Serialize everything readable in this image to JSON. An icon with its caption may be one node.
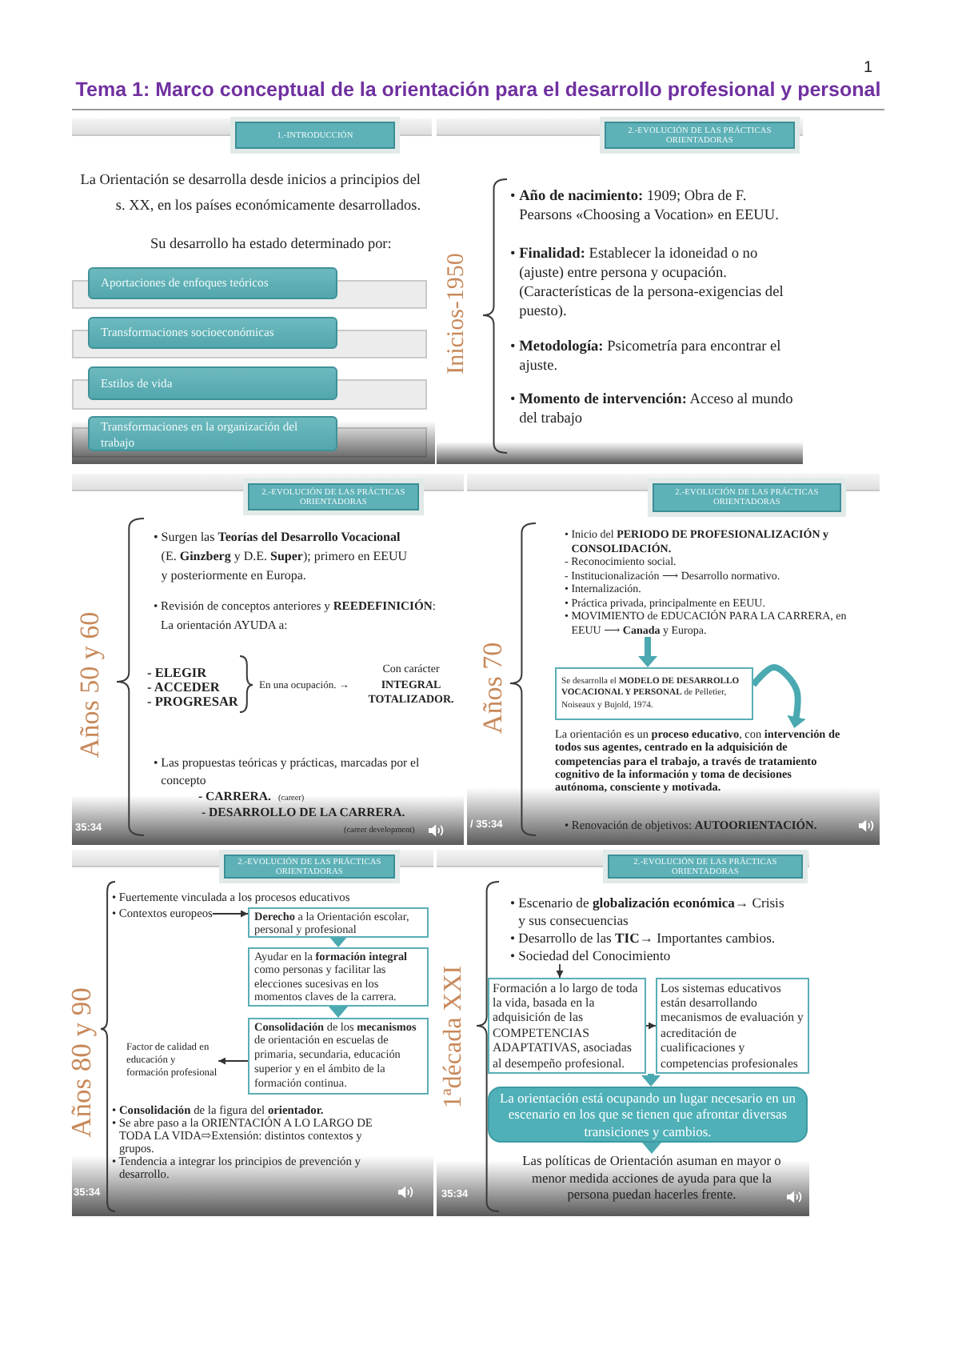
{
  "diagram": {
    "title": "Tema 1: Marco conceptual de la orientación para el desarrollo profesional y personal",
    "nodes": [
      {
        "text": [
          "La Orientación se desarrolla desde inicios a principios del s. XX, en los países económicamente desarrollados.",
          "Su desarrollo ha estado determinado por:"
        ]
      },
      {
        "text": [
          "1.-INTRODUCCIÓN"
        ],
        "in": 0
      },
      {
        "text": [
          "Aportaciones de enfoques teóricos"
        ],
        "in": 0
      },
      {
        "text": [
          "Transformaciones socioeconómicas"
        ],
        "in": 0
      },
      {
        "text": [
          "Estilos de vida"
        ],
        "in": 0
      },
      {
        "text": [
          "Transformaciones en la organización del trabajo"
        ],
        "in": 0
      },
      {
        "text": [
          "Inicios-1950",
          "• **Año de nacimiento:** 1909; Obra de F. Pearsons «Choosing a Vocation» en EEUU.",
          "• **Finalidad:** Establecer la idoneidad o no (ajuste) entre persona y ocupación. (Características de la persona-exigencias del puesto).",
          "• **Metodología:** Psicometría para encontrar el ajuste.",
          "• **Momento de intervención:** Acceso al mundo del trabajo"
        ]
      },
      {
        "text": [
          "2.-EVOLUCIÓN DE LAS PRÁCTICAS ORIENTADORAS"
        ],
        "in": 6
      },
      {
        "text": [
          "Años 50 y 60",
          "• Surgen las **Teorías del Desarrollo Vocacional** (E. **Ginzberg** y D.E. **Super**); primero en EEUU y posteriormente en Europa.",
          "• Revisión de conceptos anteriores y **REEDEFINICIÓN**: La orientación AYUDA a:",
          "- ELEGIR",
          "- ACCEDER",
          "- PROGRESAR",
          "En una ocupación. →",
          "Con carácter **INTEGRAL TOTALIZADOR.**",
          "• Las propuestas teóricas y prácticas, marcadas por el concepto",
          "- CARRERA.",
          "(career)",
          "- DESARROLLO DE LA CARRERA.",
          "35:34",
          "(career development)"
        ]
      },
      {
        "text": [
          "2.-EVOLUCIÓN DE LAS PRÁCTICAS ORIENTADORAS"
        ],
        "in": 8
      },
      {
        "text": [
          "Años 70",
          "/ 35:34",
          "• Renovación de objetivos: **AUTOORIENTACIÓN.**"
        ]
      },
      {
        "text": [
          "2.-EVOLUCIÓN DE LAS PRÁCTICAS ORIENTADORAS"
        ],
        "in": 10
      },
      {
        "text": [
          "• Inicio del **PERIODO DE PROFESIONALIZACIÓN y CONSOLIDACIÓN.**",
          "- Reconocimiento social.",
          "- Institucionalización ⟶ Desarrollo normativo.",
          "• Internalización.",
          "• Práctica privada, principalmente en EEUU.",
          "• MOVIMIENTO de EDUCACIÓN PARA LA CARRERA, en EEUU ⟶ **Canada** y Europa."
        ],
        "in": 10
      },
      {
        "text": [
          "Se desarrolla el **MODELO DE DESARROLLO VOCACIONAL Y PERSONAL** de Pelletier, Noiseaux y Bujold, 1974."
        ],
        "in": 10
      },
      {
        "text": [
          "La orientación es un **proceso educativo**, con **intervención de todos sus agentes, centrado en la adquisición de competencias para el trabajo, a través de tratamiento cognitivo de la información y toma de decisiones autónoma, consciente y motivada.**"
        ],
        "in": 10
      },
      {
        "text": [
          "Años 80 y 90",
          "• Fuertemente vinculada a los procesos educativos",
          "• **Consolidación** de la figura del **orientador.**",
          "• Se abre paso a la ORIENTACIÓN A LO LARGO DE TODA LA VIDA⇨Extensión: distintos contextos y grupos.",
          "• Tendencia a integrar los principios de prevención y desarrollo.",
          "35:34"
        ]
      },
      {
        "text": [
          "2.-EVOLUCIÓN DE LAS PRÁCTICAS ORIENTADORAS"
        ],
        "in": 15
      },
      {
        "text": [
          "• Contextos europeos"
        ],
        "in": 15
      },
      {
        "text": [
          "**Derecho** a la Orientación escolar, personal y profesional"
        ],
        "in": 15
      },
      {
        "text": [
          "Ayudar en la **formación integral** como personas y facilitar las elecciones sucesivas en los momentos claves de la carrera."
        ],
        "in": 15
      },
      {
        "text": [
          "**Consolidación** de los **mecanismos** de orientación en escuelas de primaria, secundaria, educación superior y en el ámbito de la formación continua."
        ],
        "in": 15
      },
      {
        "text": [
          "Factor de calidad en educación y formación profesional"
        ],
        "in": 15
      },
      {
        "text": [
          "1ªdécada XXI",
          "• Escenario de **globalización económica**→ Crisis y sus consecuencias",
          "• Desarrollo de las **TIC**→ Importantes cambios.",
          "35:34"
        ]
      },
      {
        "text": [
          "2.-EVOLUCIÓN DE LAS PRÁCTICAS ORIENTADORAS"
        ],
        "in": 22
      },
      {
        "text": [
          "• Sociedad del Conocimiento"
        ],
        "in": 22
      },
      {
        "text": [
          "Formación a lo largo de toda la vida, basada en la adquisición de las COMPETENCIAS ADAPTATIVAS, asociadas al desempeño profesional."
        ],
        "in": 22
      },
      {
        "text": [
          "Los sistemas educativos están desarrollando mecanismos de evaluación y acreditación de cualificaciones y competencias profesionales"
        ],
        "in": 22
      },
      {
        "text": [
          "La orientación está ocupando un lugar necesario en un escenario en los que se tienen que afrontar diversas transiciones y cambios."
        ],
        "in": 22
      },
      {
        "text": [
          "Las políticas de Orientación asuman en mayor o menor medida acciones de ayuda para que la persona puedan hacerles frente."
        ],
        "in": 22
      }
    ],
    "edges": [
      {
        "from": 12,
        "to": 13,
        "arrow": "to"
      },
      {
        "from": 13,
        "to": 14,
        "arrow": "to"
      },
      {
        "from": 17,
        "to": 18,
        "arrow": "to",
        "color": "#333333"
      },
      {
        "from": 18,
        "to": 19,
        "arrow": "to"
      },
      {
        "from": 19,
        "to": 20,
        "arrow": "to"
      },
      {
        "from": 20,
        "to": 21,
        "arrow": "to",
        "color": "#333333"
      },
      {
        "from": 24,
        "to": 25,
        "arrow": "to",
        "color": "#333333"
      },
      {
        "from": 25,
        "to": 26,
        "arrow": "to",
        "color": "#333333"
      },
      {
        "from": 25,
        "to": 27,
        "arrow": "to"
      },
      {
        "from": 26,
        "to": 27,
        "arrow": "to"
      },
      {
        "from": 27,
        "to": 28,
        "arrow": "to"
      }
    ],
    "labels": [
      "1"
    ]
  }
}
